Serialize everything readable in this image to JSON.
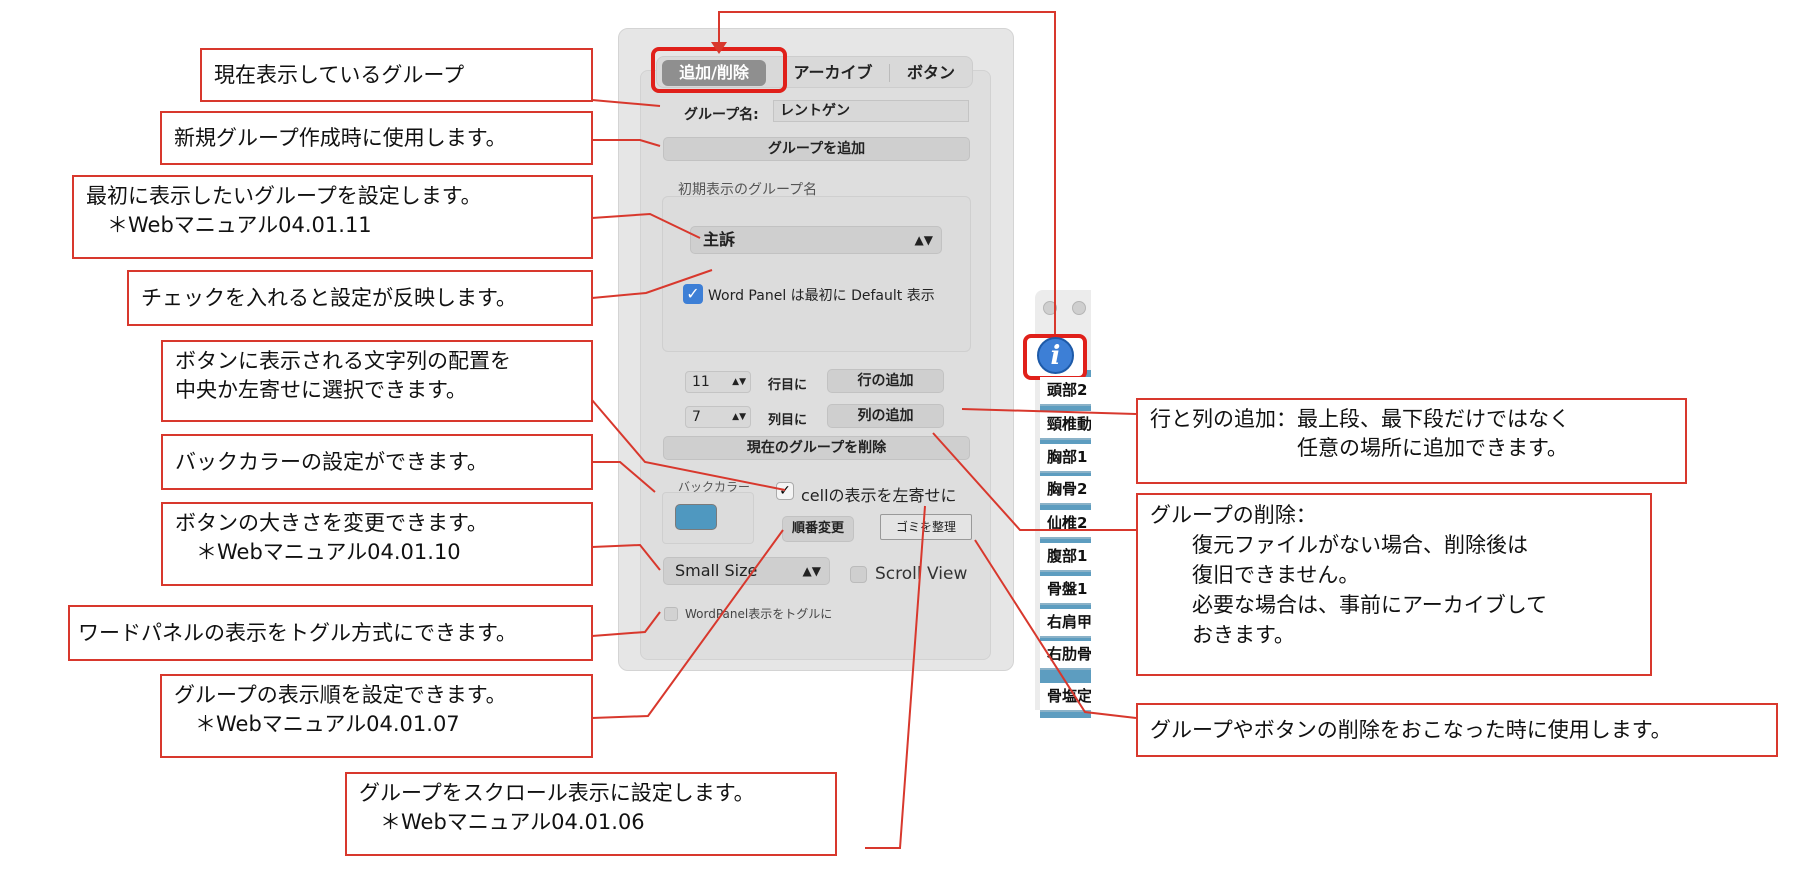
{
  "panel": {
    "tabs": [
      {
        "label": "追加/削除"
      },
      {
        "label": "アーカイブ"
      },
      {
        "label": "ボタン"
      }
    ],
    "group_name_label": "グループ名:",
    "group_name_value": "レントゲン",
    "add_group_button": "グループを追加",
    "initial_group_label": "初期表示のグループ名",
    "initial_group_select": "主訴",
    "word_panel_default_checkbox": "Word Panel は最初に Default 表示",
    "row_stepper_value": "11",
    "row_label": "行目に",
    "add_row_button": "行の追加",
    "col_stepper_value": "7",
    "col_label": "列目に",
    "add_col_button": "列の追加",
    "delete_group_button": "現在のグループを削除",
    "back_color_label": "バックカラー",
    "back_color_value": "#4f98c0",
    "cell_left_align_checkbox": "cellの表示を左寄せに",
    "reorder_button": "順番変更",
    "trash_button": "ゴミを整理",
    "size_select": "Small Size",
    "scroll_view_checkbox": "Scroll View",
    "toggle_checkbox": "WordPanel表示をトグルに"
  },
  "side_window": {
    "info_icon": "i",
    "cells": [
      "頭部2",
      "頸椎動",
      "胸部1",
      "胸骨2",
      "仙椎2",
      "腹部1",
      "骨盤1",
      "右肩甲",
      "右肋骨",
      "骨塩定"
    ]
  },
  "callouts": {
    "current_group": "現在表示しているグループ",
    "new_group": "新規グループ作成時に使用します。",
    "initial_group": "最初に表示したいグループを設定します。\n　＊Webマニュアル04.01.11",
    "checkbox_reflect": "チェックを入れると設定が反映します。",
    "button_text_align": "ボタンに表示される文字列の配置を\n中央か左寄せに選択できます。",
    "back_color": "バックカラーの設定ができます。",
    "button_size": "ボタンの大きさを変更できます。\n　＊Webマニュアル04.01.10",
    "toggle_mode": "ワードパネルの表示をトグル方式にできます。",
    "display_order": "グループの表示順を設定できます。\n　＊Webマニュアル04.01.07",
    "scroll_view": "グループをスクロール表示に設定します。\n　＊Webマニュアル04.01.06",
    "add_row_col": "行と列の追加：最上段、最下段だけではなく\n　　　　　　　任意の場所に追加できます。",
    "delete_group": "グループの削除：\n　　復元ファイルがない場合、削除後は\n　　復旧できません。\n　　必要な場合は、事前にアーカイブして\n　　おきます。",
    "trash": "グループやボタンの削除をおこなった時に使用します。"
  },
  "colors": {
    "callout_border": "#d8382d",
    "active_tab": "#8f8f8f",
    "info_icon": "#3d7fd6"
  }
}
